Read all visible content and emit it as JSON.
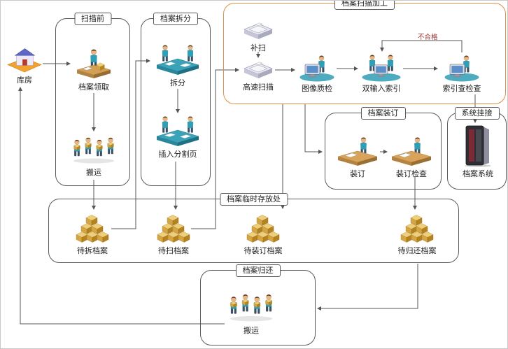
{
  "warehouse": {
    "label": "库房"
  },
  "groups": {
    "pre_scan": {
      "title": "扫描前",
      "items": {
        "receive": "档案领取",
        "carry": "搬运"
      }
    },
    "split": {
      "title": "档案拆分",
      "items": {
        "split": "拆分",
        "insert_page": "插入分割页"
      }
    },
    "scan": {
      "title": "档案扫描加工",
      "items": {
        "rescan": "补扫",
        "high_speed_scan": "高速扫描",
        "image_check": "图像质检",
        "double_index": "双输入索引",
        "index_check": "索引查检查"
      },
      "fail_label": "不合格"
    },
    "binding": {
      "title": "档案装订",
      "items": {
        "bind": "装订",
        "bind_check": "装订检查"
      }
    },
    "system": {
      "title": "系统挂接",
      "items": {
        "archive_system": "档案系统"
      }
    },
    "storage": {
      "title": "档案临时存放处",
      "items": {
        "to_split": "待拆档案",
        "to_scan": "待扫档案",
        "to_bind": "待装订档案",
        "to_return": "待归还档案"
      }
    },
    "return": {
      "title": "档案归还",
      "items": {
        "carry": "搬运"
      }
    }
  },
  "colors": {
    "scan_group_border": "#d9914a",
    "group_border": "#5a5a5a",
    "connector": "#555555",
    "fail_text": "#993333",
    "box_gold": "#d3a544",
    "person_teal": "#2f9fb6"
  }
}
